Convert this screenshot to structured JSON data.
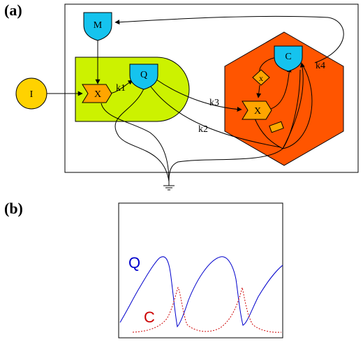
{
  "panel_a": {
    "label": "(a)",
    "nodes": {
      "input": "I",
      "m": "M",
      "x_green": "X",
      "q": "Q",
      "c": "C",
      "x_small": "x",
      "x_red": "X"
    },
    "edges": {
      "k1": "k1",
      "k2": "k2",
      "k3": "k3",
      "k4": "k4"
    },
    "colors": {
      "green_compartment": "#ccf200",
      "red_compartment": "#ff5500",
      "input_node": "#ffd200",
      "shield_node": "#15c3ee",
      "chevron_node": "#ffa500",
      "valve": "#ffaa00"
    }
  },
  "panel_b": {
    "label": "(b)",
    "series_labels": {
      "q": "Q",
      "c": "C"
    },
    "colors": {
      "q": "#0000cc",
      "c": "#cc0000"
    }
  }
}
